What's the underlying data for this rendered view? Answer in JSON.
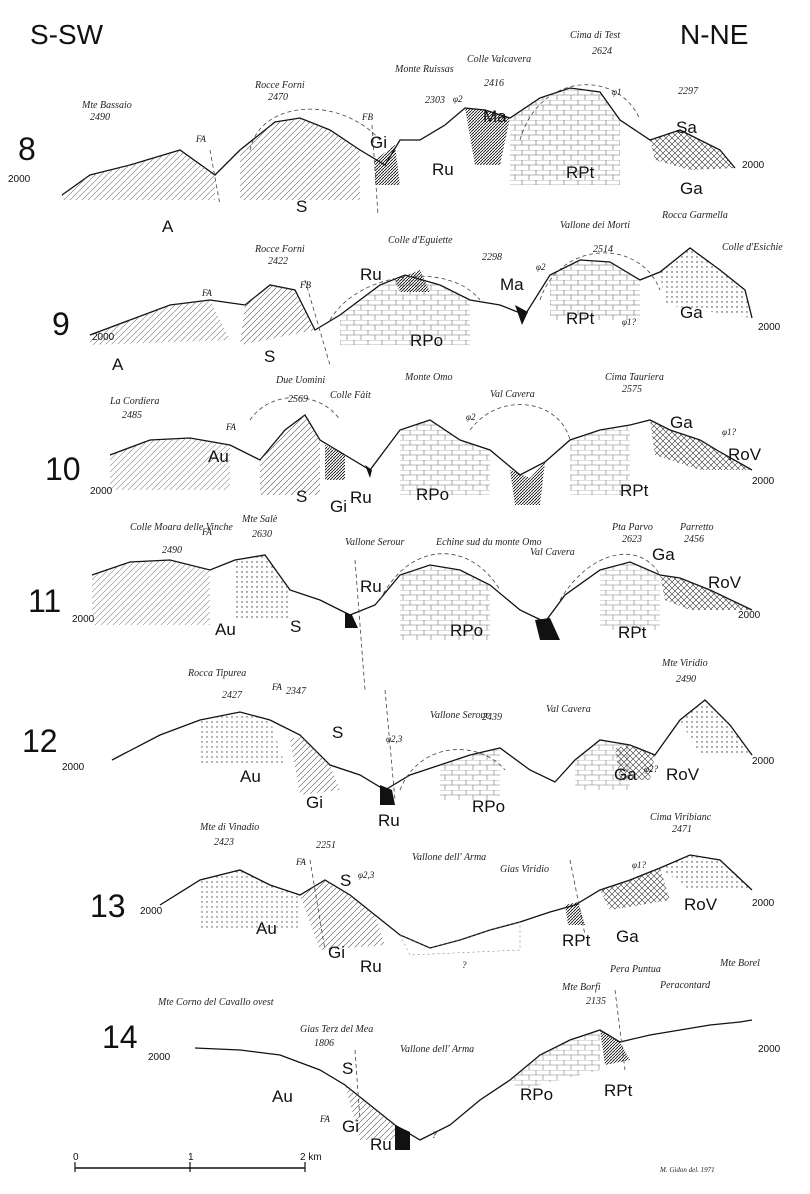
{
  "orientation": {
    "left": "S-SW",
    "right": "N-NE"
  },
  "sections": [
    {
      "number": "8",
      "elevation_left": "2000",
      "elevation_right": "2000",
      "places": [
        {
          "name": "Mte Bassaio",
          "alt": "2490"
        },
        {
          "name": "Rocce Forni",
          "alt": "2470"
        },
        {
          "name": "Monte Ruissas",
          "alt": "2303"
        },
        {
          "name": "Colle Valcavera",
          "alt": "2416"
        },
        {
          "name": "Cima di Test",
          "alt": "2624"
        },
        {
          "name": "",
          "alt": "2297"
        }
      ],
      "units": [
        "A",
        "S",
        "Gi",
        "Ru",
        "Ma",
        "RPt",
        "Sa",
        "Ga"
      ],
      "faults": [
        "FA",
        "FB",
        "φ2",
        "φ1"
      ]
    },
    {
      "number": "9",
      "elevation_left": "2000",
      "elevation_right": "2000",
      "places": [
        {
          "name": "Rocce Forni",
          "alt": "2422"
        },
        {
          "name": "Colle d'Eguiette",
          "alt": "2298"
        },
        {
          "name": "Vallone dei Morti",
          "alt": "2514"
        },
        {
          "name": "Rocca Garmella",
          "alt": ""
        },
        {
          "name": "Colle d'Esichie",
          "alt": ""
        }
      ],
      "units": [
        "A",
        "S",
        "Ru",
        "RPo",
        "Ma",
        "RPt",
        "Ga"
      ],
      "faults": [
        "FA",
        "FB",
        "φ2",
        "φ1?"
      ]
    },
    {
      "number": "10",
      "elevation_left": "2000",
      "elevation_right": "2000",
      "places": [
        {
          "name": "La Cordiera",
          "alt": "2485"
        },
        {
          "name": "Due Uomini",
          "alt": "2569"
        },
        {
          "name": "Colle Fàit",
          "alt": ""
        },
        {
          "name": "Monte Omo",
          "alt": ""
        },
        {
          "name": "Val Cavera",
          "alt": ""
        },
        {
          "name": "Cima Tauriera",
          "alt": "2575"
        }
      ],
      "units": [
        "Au",
        "S",
        "Gi",
        "Ru",
        "RPo",
        "RPt",
        "Ga",
        "RoV"
      ],
      "faults": [
        "FA",
        "φ2",
        "φ1?"
      ]
    },
    {
      "number": "11",
      "elevation_left": "2000",
      "elevation_right": "2000",
      "places": [
        {
          "name": "Colle Moara delle Vinche",
          "alt": "2490"
        },
        {
          "name": "Mte Salè",
          "alt": "2630"
        },
        {
          "name": "Vallone Serour",
          "alt": ""
        },
        {
          "name": "Echine sud du monte Omo",
          "alt": ""
        },
        {
          "name": "Val Cavera",
          "alt": ""
        },
        {
          "name": "Pta Parvo",
          "alt": "2623"
        },
        {
          "name": "Parretto",
          "alt": "2456"
        }
      ],
      "units": [
        "Au",
        "S",
        "Ru",
        "RPo",
        "RPt",
        "Ga",
        "RoV"
      ],
      "faults": [
        "FA"
      ]
    },
    {
      "number": "12",
      "elevation_left": "2000",
      "elevation_right": "2000",
      "places": [
        {
          "name": "Rocca Tipurea",
          "alt": "2427"
        },
        {
          "name": "",
          "alt": "2347"
        },
        {
          "name": "Vallone Serour",
          "alt": ""
        },
        {
          "name": "",
          "alt": "2439"
        },
        {
          "name": "Val Cavera",
          "alt": ""
        },
        {
          "name": "Mte Viridio",
          "alt": "2490"
        }
      ],
      "units": [
        "Au",
        "S",
        "Gi",
        "Ru",
        "RPo",
        "Ga",
        "RoV"
      ],
      "faults": [
        "FA",
        "φ2,3",
        "φ2?"
      ]
    },
    {
      "number": "13",
      "elevation_left": "2000",
      "elevation_right": "2000",
      "places": [
        {
          "name": "Mte di Vinadio",
          "alt": "2423"
        },
        {
          "name": "",
          "alt": "2251"
        },
        {
          "name": "Vallone dell' Arma",
          "alt": ""
        },
        {
          "name": "Gias Viridio",
          "alt": ""
        },
        {
          "name": "Cima Viribianc",
          "alt": "2471"
        }
      ],
      "units": [
        "Au",
        "S",
        "Gi",
        "Ru",
        "RPt",
        "Ga",
        "RoV"
      ],
      "faults": [
        "FA",
        "φ2,3",
        "φ1?",
        "?"
      ]
    },
    {
      "number": "14",
      "elevation_left": "2000",
      "elevation_right": "2000",
      "places": [
        {
          "name": "Mte Corno del Cavallo ovest",
          "alt": ""
        },
        {
          "name": "Gias Terz del Mea",
          "alt": "1806"
        },
        {
          "name": "Vallone dell' Arma",
          "alt": ""
        },
        {
          "name": "Mte Borfi",
          "alt": "2135"
        },
        {
          "name": "Pera Puntua",
          "alt": ""
        },
        {
          "name": "Peracontard",
          "alt": ""
        },
        {
          "name": "Mte Borel",
          "alt": ""
        }
      ],
      "units": [
        "Au",
        "S",
        "Gi",
        "Ru",
        "RPo",
        "RPt"
      ],
      "faults": [
        "FA",
        "?"
      ]
    }
  ],
  "scale_bar": {
    "ticks": [
      "0",
      "1",
      "2 km"
    ]
  },
  "author": "M. Gidon  del.  1971"
}
